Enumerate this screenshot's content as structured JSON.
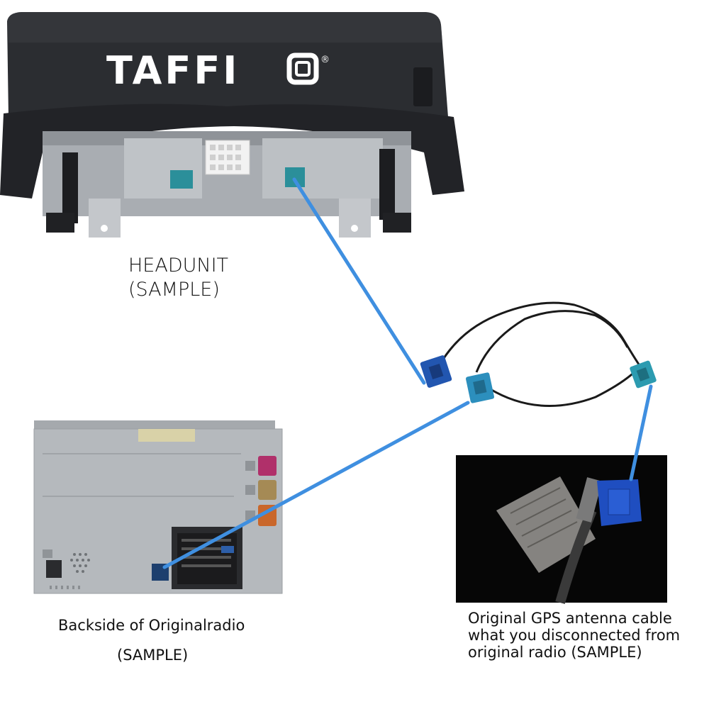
{
  "brand": {
    "logo_text": "TAFFIO",
    "registered": "®"
  },
  "labels": {
    "headunit": [
      "HEADUNIT",
      "(SAMPLE)"
    ],
    "radio_line1": "Backside of Originalradio",
    "radio_line2": "(SAMPLE)",
    "gps": [
      "Original GPS antenna cable",
      "what you disconnected from",
      "original radio (SAMPLE)"
    ]
  },
  "colors": {
    "connector_line": "#3f8fe0",
    "headunit_body": "#2a2c30",
    "radio_body": "#b8bcc0",
    "fakra_blue": "#1f4fa6",
    "fakra_teal": "#2c9bb0",
    "cable": "#1a1a1a"
  },
  "icons": [
    "headunit-device",
    "original-radio-device",
    "gps-antenna-photo",
    "fakra-connector-icon"
  ]
}
